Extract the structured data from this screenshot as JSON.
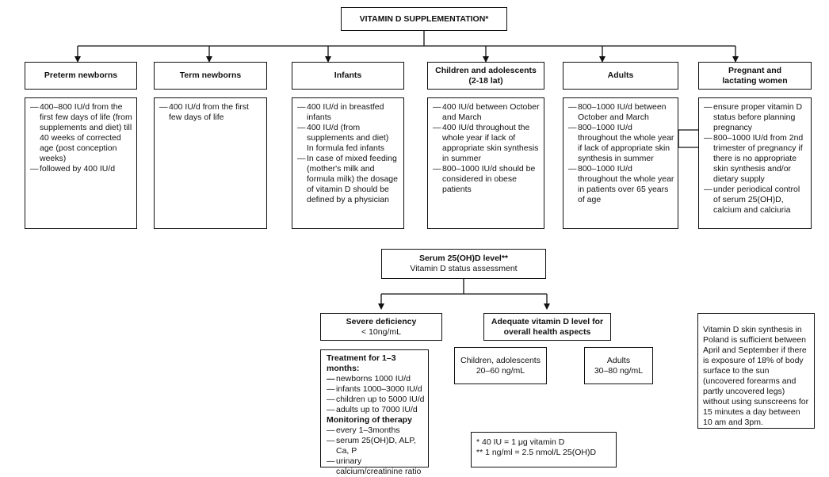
{
  "top": {
    "title": "VITAMIN D  SUPPLEMENTATION*"
  },
  "categories": [
    {
      "title": [
        "Preterm newborns"
      ],
      "items": [
        {
          "dash": "—",
          "text": "400–800 IU/d from the first few days of life (from supplements and diet) till 40 weeks of corrected age (post conception weeks)"
        },
        {
          "dash": "—",
          "text": "followed by 400 IU/d"
        }
      ]
    },
    {
      "title": [
        "Term newborns"
      ],
      "items": [
        {
          "dash": "—",
          "text": "400 IU/d from the first few days of life"
        }
      ]
    },
    {
      "title": [
        "Infants"
      ],
      "items": [
        {
          "dash": "—",
          "text": "400 IU/d in breastfed infants"
        },
        {
          "dash": "—",
          "text": "400 IU/d (from supplements and diet)"
        },
        {
          "dash": "",
          "text": "In formula fed infants"
        },
        {
          "dash": "—",
          "text": "In case of mixed feeding (mother's milk and formula milk) the dosage of vitamin D should be defined by a physician"
        }
      ]
    },
    {
      "title": [
        "Children and adolescents",
        "(2-18 lat)"
      ],
      "items": [
        {
          "dash": "—",
          "text": "400 IU/d between October and March"
        },
        {
          "dash": "—",
          "text": "400 IU/d throughout the whole year if lack of appropriate skin synthesis in summer"
        },
        {
          "dash": "—",
          "text": "800–1000 IU/d should be considered in obese patients"
        }
      ]
    },
    {
      "title": [
        "Adults"
      ],
      "items": [
        {
          "dash": "—",
          "text": "800–1000 IU/d between October and March"
        },
        {
          "dash": "—",
          "text": "800–1000 IU/d throughout the whole year  if lack of appropriate skin synthesis in summer"
        },
        {
          "dash": "—",
          "text": "800–1000 IU/d throughout the whole year in patients over 65 years of age"
        }
      ]
    },
    {
      "title": [
        "Pregnant and",
        "lactating women"
      ],
      "items": [
        {
          "dash": "—",
          "text": "ensure proper vitamin D status before planning pregnancy"
        },
        {
          "dash": "—",
          "text": "800–1000 IU/d from 2nd trimester of pregnancy if there is no appropriate skin synthesis and/or dietary supply"
        },
        {
          "dash": "—",
          "text": "under periodical control of serum 25(OH)D, calcium and calciuria"
        }
      ]
    }
  ],
  "serum": {
    "title": "Serum 25(OH)D level**",
    "subtitle": "Vitamin D status assessment"
  },
  "severe": {
    "title": "Severe deficiency",
    "subtitle": "< 10ng/mL"
  },
  "adequate": {
    "title": [
      "Adequate vitamin D level for",
      "overall health aspects"
    ]
  },
  "treatment": {
    "heading": "Treatment for 1–3 months:",
    "items": [
      {
        "dash": "—",
        "text": "newborns  1000 IU/d",
        "sq": true
      },
      {
        "dash": "—",
        "text": "infants  1000–3000 IU/d"
      },
      {
        "dash": "—",
        "text": "children  up to 5000 IU/d"
      },
      {
        "dash": "—",
        "text": "adults  up to 7000 IU/d"
      }
    ],
    "monitoring_heading": "Monitoring of therapy",
    "monitoring": [
      {
        "dash": "—",
        "text": "every 1–3months"
      },
      {
        "dash": "—",
        "text": "serum 25(OH)D, ALP, Ca, P"
      },
      {
        "dash": "—",
        "text": "urinary calcium/creatinine ratio"
      }
    ]
  },
  "children_range": {
    "line1": "Children, adolescents",
    "line2": "20–60 ng/mL"
  },
  "adults_range": {
    "line1": "Adults",
    "line2": "30–80 ng/mL"
  },
  "footnotes": {
    "line1": "* 40 IU = 1 μg vitamin D",
    "line2": "** 1 ng/ml = 2.5 nmol/L 25(OH)D"
  },
  "note": {
    "text": "Vitamin D skin synthesis in Poland is sufficient between April and September if there is exposure of 18% of body surface to the sun (uncovered forearms and partly uncovered legs) without using sunscreens for 15 minutes a day between 10 am and 3pm."
  }
}
